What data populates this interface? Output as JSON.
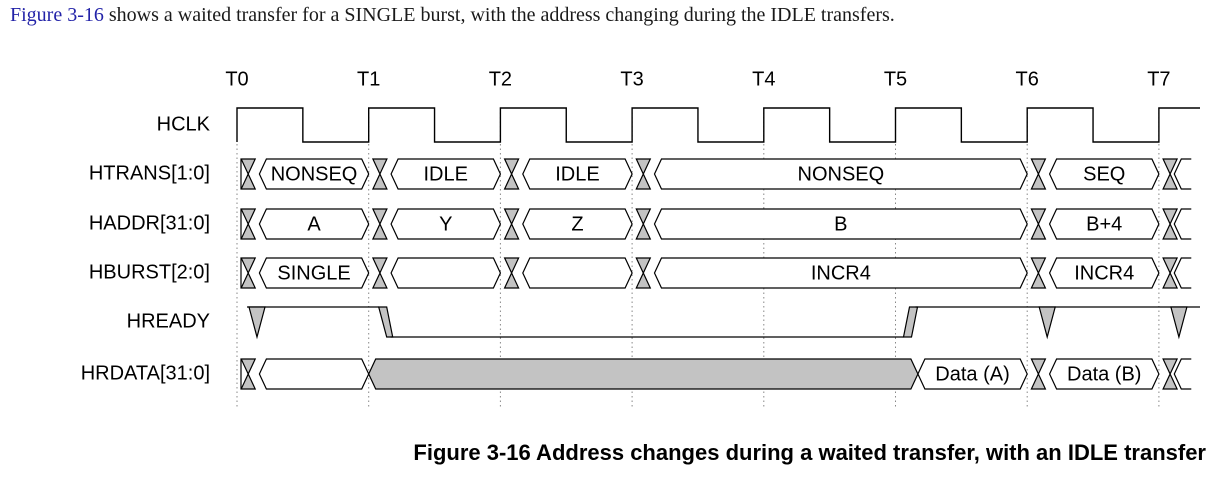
{
  "intro": {
    "figure_ref": "Figure 3-16",
    "text": " shows a waited transfer for a SINGLE burst, with the address changing during the IDLE transfers."
  },
  "caption": "Figure 3-16 Address changes during a waited transfer, with an IDLE transfer",
  "timing": {
    "clock_edges": [
      "T0",
      "T1",
      "T2",
      "T3",
      "T4",
      "T5",
      "T6",
      "T7"
    ],
    "signals": [
      {
        "name": "HCLK",
        "kind": "clock"
      },
      {
        "name": "HTRANS[1:0]",
        "kind": "bus",
        "segments": [
          {
            "from": 0.17,
            "to": 1.0,
            "label": "NONSEQ"
          },
          {
            "from": 1.17,
            "to": 2.0,
            "label": "IDLE"
          },
          {
            "from": 2.17,
            "to": 3.0,
            "label": "IDLE"
          },
          {
            "from": 3.17,
            "to": 6.0,
            "label": "NONSEQ"
          },
          {
            "from": 6.17,
            "to": 7.0,
            "label": "SEQ"
          }
        ]
      },
      {
        "name": "HADDR[31:0]",
        "kind": "bus",
        "segments": [
          {
            "from": 0.17,
            "to": 1.0,
            "label": "A"
          },
          {
            "from": 1.17,
            "to": 2.0,
            "label": "Y"
          },
          {
            "from": 2.17,
            "to": 3.0,
            "label": "Z"
          },
          {
            "from": 3.17,
            "to": 6.0,
            "label": "B"
          },
          {
            "from": 6.17,
            "to": 7.0,
            "label": "B+4"
          }
        ]
      },
      {
        "name": "HBURST[2:0]",
        "kind": "bus",
        "segments": [
          {
            "from": 0.17,
            "to": 1.0,
            "label": "SINGLE"
          },
          {
            "from": 1.17,
            "to": 2.0,
            "label": ""
          },
          {
            "from": 2.17,
            "to": 3.0,
            "label": ""
          },
          {
            "from": 3.17,
            "to": 6.0,
            "label": "INCR4"
          },
          {
            "from": 6.17,
            "to": 7.0,
            "label": "INCR4"
          }
        ]
      },
      {
        "name": "HREADY",
        "kind": "ready"
      },
      {
        "name": "HRDATA[31:0]",
        "kind": "data",
        "segments": [
          {
            "from": 0.17,
            "to": 1.0,
            "label": "",
            "shaded": false
          },
          {
            "from": 1.0,
            "to": 5.17,
            "label": "",
            "shaded": true
          },
          {
            "from": 5.17,
            "to": 6.0,
            "label": "Data (A)",
            "shaded": false
          },
          {
            "from": 6.17,
            "to": 7.0,
            "label": "Data (B)",
            "shaded": false
          }
        ]
      }
    ]
  }
}
